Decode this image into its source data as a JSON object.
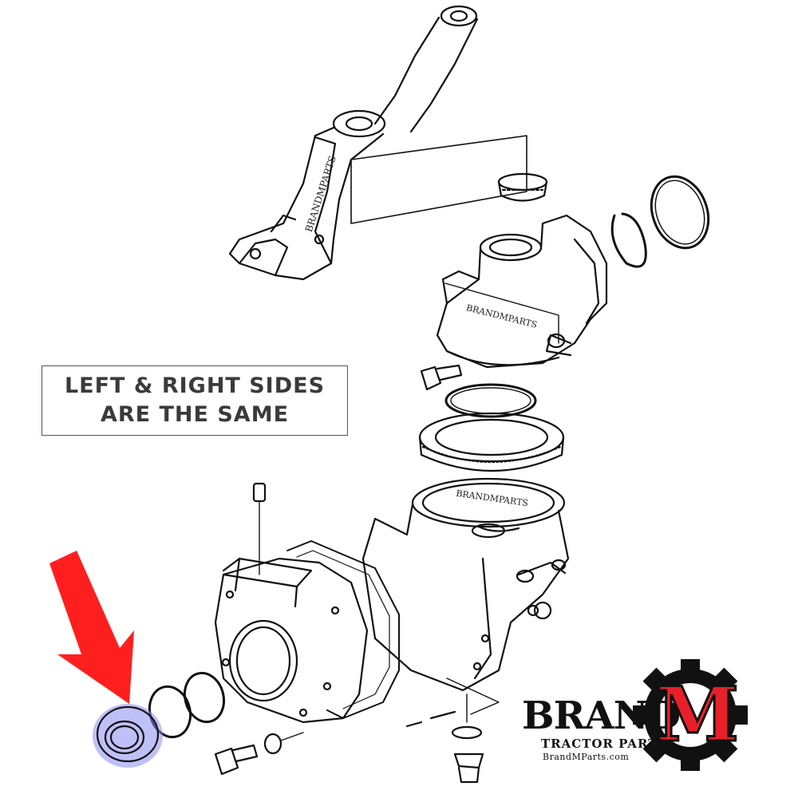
{
  "note": {
    "line1": "LEFT & RIGHT SIDES",
    "line2": "ARE THE SAME"
  },
  "watermarks": [
    "BRANDMPARTS",
    "BRANDMPARTS",
    "BRANDMPARTS"
  ],
  "logo": {
    "word": "BRAND",
    "letter": "M",
    "tagline": "TRACTOR PARTS",
    "url": "BrandMParts.com"
  },
  "colors": {
    "arrow": "#ff1f1f",
    "highlight": "#8a8cf0",
    "logo_red": "#e8202a",
    "ink": "#111111"
  }
}
